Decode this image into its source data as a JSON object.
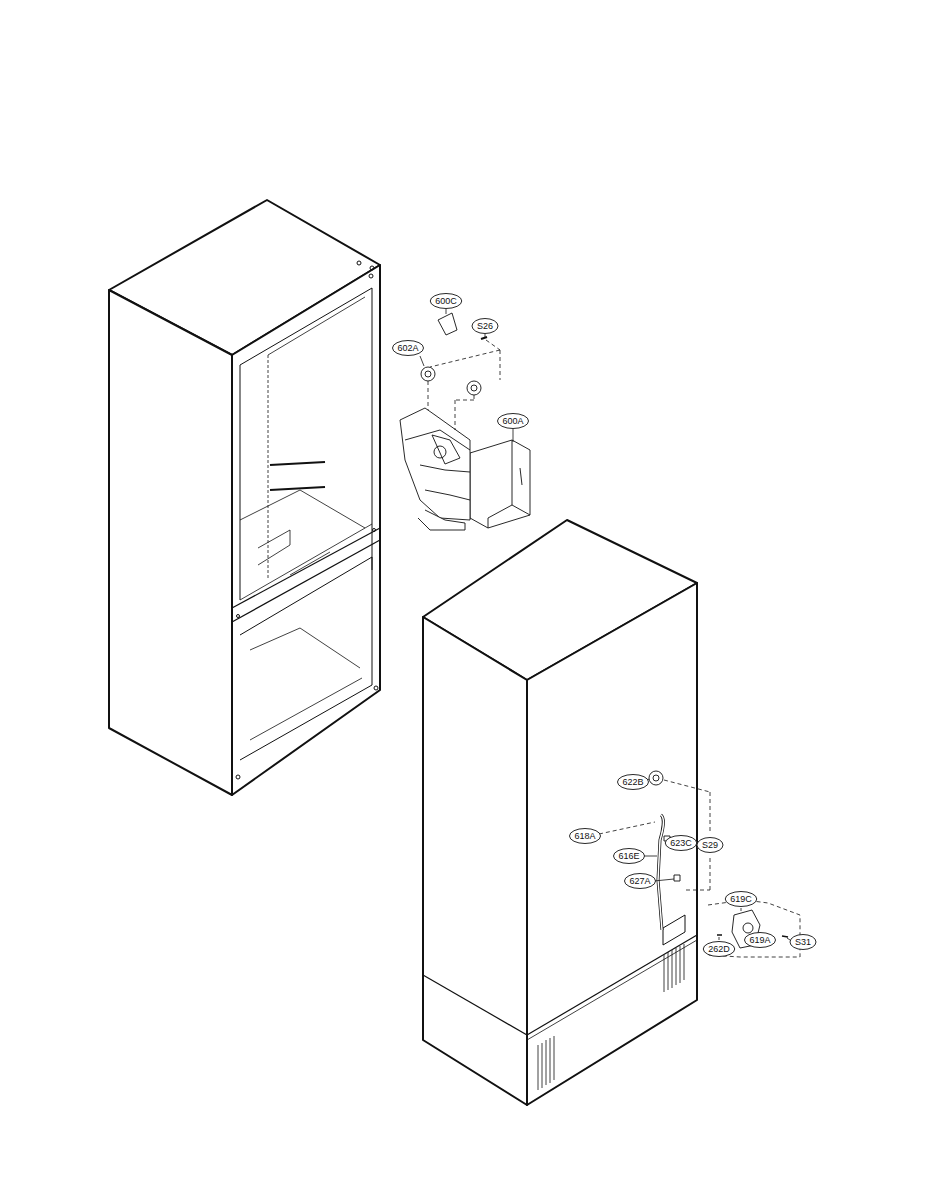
{
  "diagram": {
    "labels": [
      "600C",
      "S26",
      "602A",
      "600A",
      "622B",
      "618A",
      "623C",
      "616E",
      "S29",
      "627A",
      "619C",
      "619A",
      "262D",
      "S31"
    ]
  }
}
